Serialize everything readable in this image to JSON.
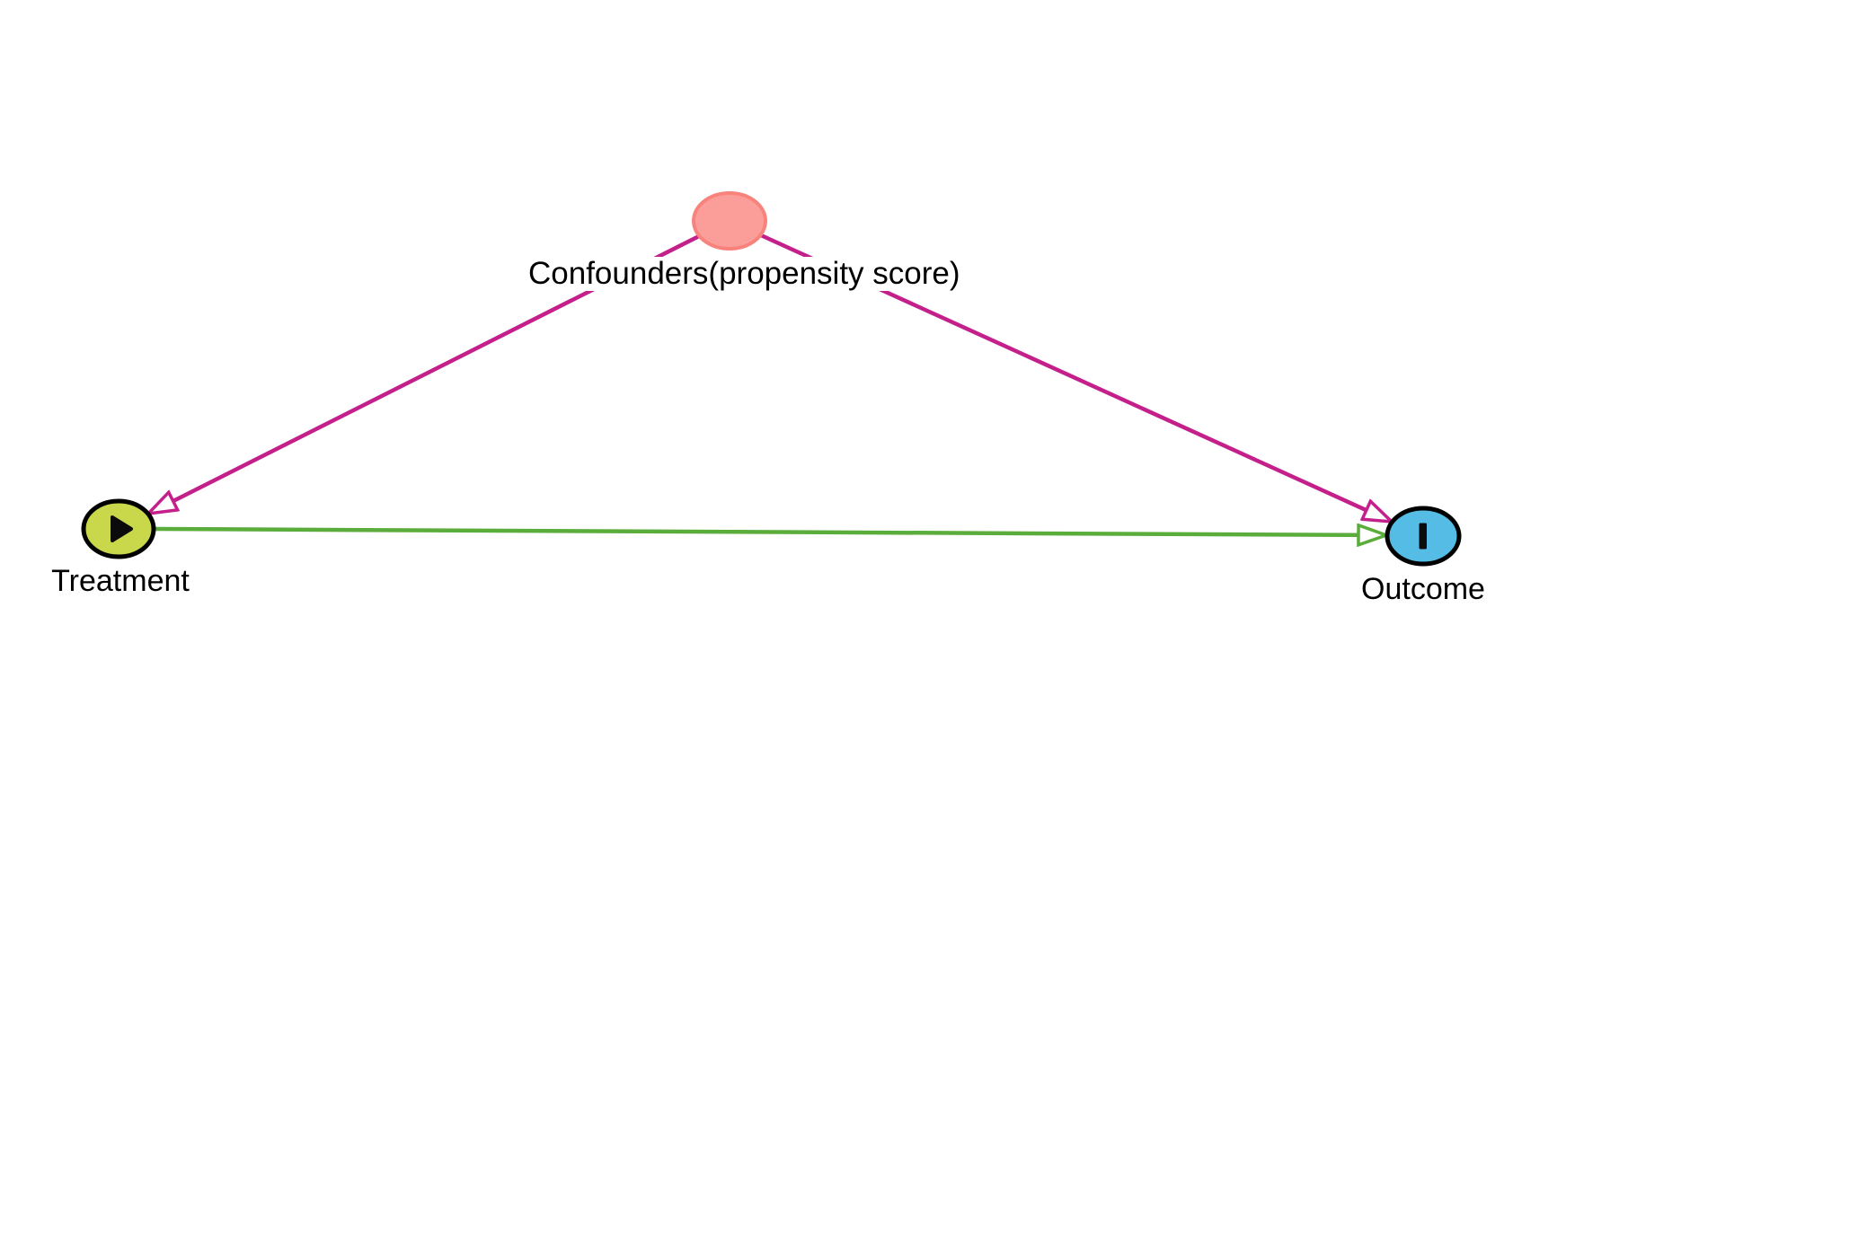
{
  "canvas": {
    "background_color": "#ffffff"
  },
  "diagram": {
    "type": "causal-graph",
    "nodes": [
      {
        "id": "confounders",
        "label": "Confounders(propensity score)",
        "fill_color": "#FB9E9A",
        "border_color": "#F8837D",
        "glyph": "none"
      },
      {
        "id": "treatment",
        "label": "Treatment",
        "fill_color": "#C9D84B",
        "border_color": "#000000",
        "glyph": "play-triangle"
      },
      {
        "id": "outcome",
        "label": "Outcome",
        "fill_color": "#55BDE5",
        "border_color": "#000000",
        "glyph": "vertical-bar"
      }
    ],
    "edges": [
      {
        "from": "Confounders(propensity score)",
        "to": "Treatment",
        "color": "#C4208C",
        "arrowhead": "open-triangle"
      },
      {
        "from": "Confounders(propensity score)",
        "to": "Outcome",
        "color": "#C4208C",
        "arrowhead": "open-triangle"
      },
      {
        "from": "Treatment",
        "to": "Outcome",
        "color": "#5AAD3A",
        "arrowhead": "open-triangle"
      }
    ]
  }
}
